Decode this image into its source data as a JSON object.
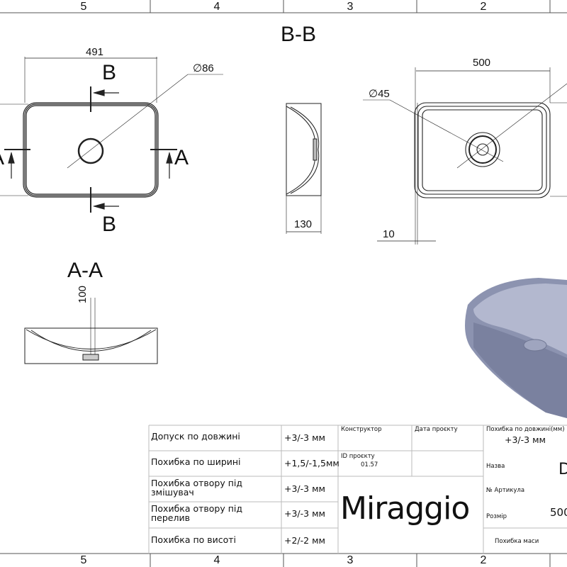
{
  "frame": {
    "zones": [
      "5",
      "4",
      "3",
      "2"
    ]
  },
  "views": {
    "section_bb_title": "B-B",
    "section_aa_title": "A-A",
    "top_view": {
      "width_dim": "491",
      "drain_dim": "∅86",
      "cut_b": "B",
      "cut_a": "A"
    },
    "side_view": {
      "depth_dim": "130"
    },
    "bottom_view": {
      "width_dim": "500",
      "hole_dim": "∅45",
      "offset_dim": "10"
    },
    "aa_view": {
      "height_dim": "100"
    }
  },
  "title_block": {
    "tolerances": [
      {
        "label": "Допуск по довжині",
        "value": "+3/-3 мм"
      },
      {
        "label": "Похибка по ширині",
        "value": "+1,5/-1,5мм"
      },
      {
        "label": "Похибка отвору під змішувач",
        "value": "+3/-3 мм"
      },
      {
        "label": "Похибка отвору під перелив",
        "value": "+3/-3 мм"
      },
      {
        "label": "Похибка по висоті",
        "value": "+2/-2 мм"
      }
    ],
    "designer_label": "Конструктор",
    "date_label": "Дата проєкту",
    "project_id_label": "ID проєкту",
    "project_id": "01.57",
    "brand": "Miraggio",
    "length_tol_label": "Похибка по довжині(мм)",
    "length_tol_value": "+3/-3 мм",
    "name_label": "Назва",
    "name_value": "D",
    "article_label": "№ Артикула",
    "size_label": "Розмір",
    "size_value": "500",
    "mass_tol_label": "Похибка маси"
  },
  "colors": {
    "render": "#8c93b0"
  }
}
